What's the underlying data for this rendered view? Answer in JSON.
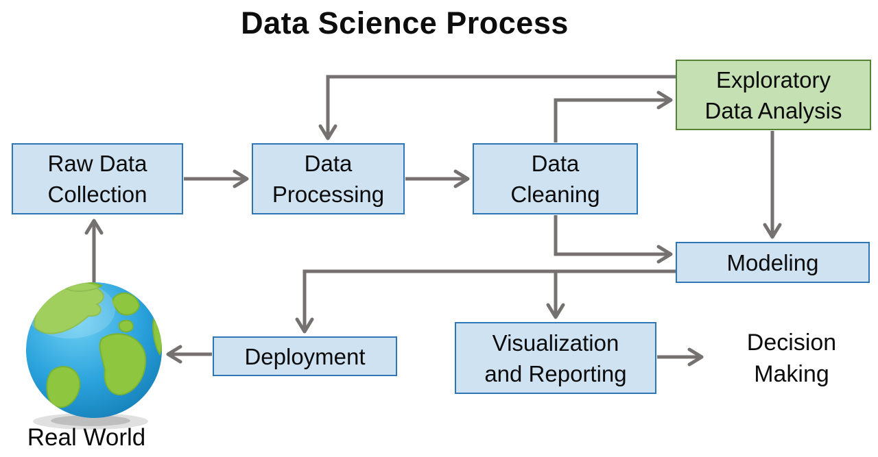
{
  "title": "Data Science Process",
  "nodes": {
    "raw": {
      "line1": "Raw Data",
      "line2": "Collection"
    },
    "processing": {
      "line1": "Data",
      "line2": "Processing"
    },
    "cleaning": {
      "line1": "Data",
      "line2": "Cleaning"
    },
    "eda": {
      "line1": "Exploratory",
      "line2": "Data Analysis"
    },
    "modeling": {
      "line1": "Modeling"
    },
    "deployment": {
      "line1": "Deployment"
    },
    "visualization": {
      "line1": "Visualization",
      "line2": "and Reporting"
    },
    "decision": {
      "line1": "Decision",
      "line2": "Making"
    },
    "real_world": {
      "label": "Real World"
    }
  },
  "edges": [
    {
      "from": "real-world",
      "to": "raw-data-collection"
    },
    {
      "from": "raw-data-collection",
      "to": "data-processing"
    },
    {
      "from": "data-processing",
      "to": "data-cleaning"
    },
    {
      "from": "data-cleaning",
      "to": "exploratory-data-analysis"
    },
    {
      "from": "exploratory-data-analysis",
      "to": "data-processing"
    },
    {
      "from": "data-cleaning",
      "to": "modeling"
    },
    {
      "from": "exploratory-data-analysis",
      "to": "modeling"
    },
    {
      "from": "modeling",
      "to": "deployment"
    },
    {
      "from": "modeling",
      "to": "visualization-and-reporting"
    },
    {
      "from": "deployment",
      "to": "real-world"
    },
    {
      "from": "visualization-and-reporting",
      "to": "decision-making"
    }
  ],
  "colors": {
    "background": "#ffffff",
    "text": "#0b0b0b",
    "box_blue_fill": "#cfe2f2",
    "box_blue_border": "#2e75b6",
    "box_green_fill": "#c5e0b3",
    "box_green_border": "#548235",
    "arrow": "#767171",
    "globe_ocean": "#2aa2dc",
    "globe_land": "#8ec63f"
  }
}
